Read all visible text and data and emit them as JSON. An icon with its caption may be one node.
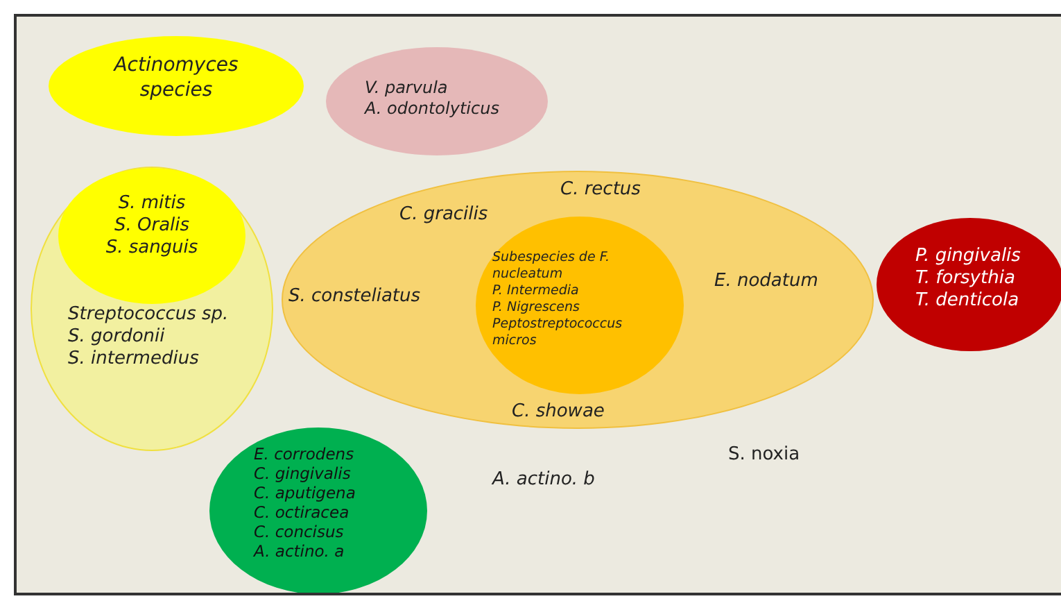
{
  "diagram": {
    "nodes": [
      {
        "text": [
          "Actinomyces species"
        ]
      },
      {
        "text": [
          "V. parvula",
          "A. odontolyticus"
        ]
      },
      {
        "text": [
          "Streptococcus sp.",
          "S. gordonii",
          "S. intermedius"
        ]
      },
      {
        "text": [
          "S. mitis",
          "S. Oralis",
          "S. sanguis"
        ],
        "in": 2
      },
      {
        "text": [
          "C. rectus",
          "C. gracilis",
          "S. consteliatus",
          "E. nodatum",
          "C. showae"
        ]
      },
      {
        "text": [
          "Subespecies de F. nucleatum",
          "P. Intermedia",
          "P. Nigrescens",
          "Peptostreptococcus micros"
        ],
        "in": 4
      },
      {
        "text": [
          "P. gingivalis",
          "T. forsythia",
          "T. denticola"
        ]
      },
      {
        "text": [
          "E. corrodens",
          "C. gingivalis",
          "C. aputigena",
          "C. octiracea",
          "C. concisus",
          "A. actino. a"
        ]
      }
    ],
    "labels": [
      "S. noxia",
      "A. actino. b"
    ]
  }
}
